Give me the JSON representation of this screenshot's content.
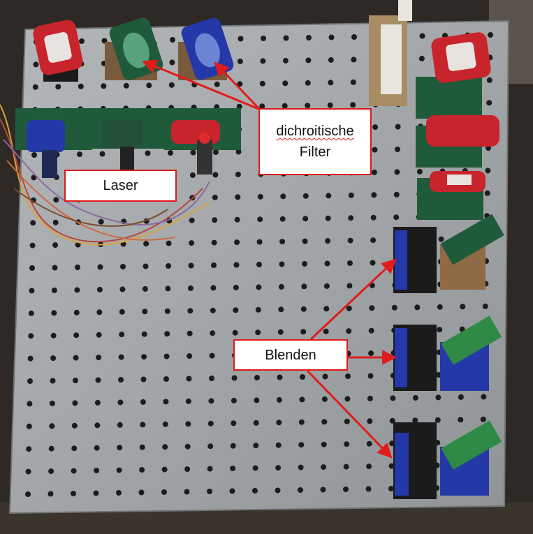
{
  "annotations": {
    "laser": "Laser",
    "filter_line1": "dichroitische",
    "filter_line2": "Filter",
    "blenden": "Blenden"
  },
  "colors": {
    "arrow": "#e01b1b",
    "plate": "#9ea3a6",
    "hole": "#1c1c1c",
    "mount_green": "#1f5a3a",
    "mount_red": "#c8242b",
    "mount_blue": "#2438a8",
    "mount_black": "#1b1b1b"
  }
}
